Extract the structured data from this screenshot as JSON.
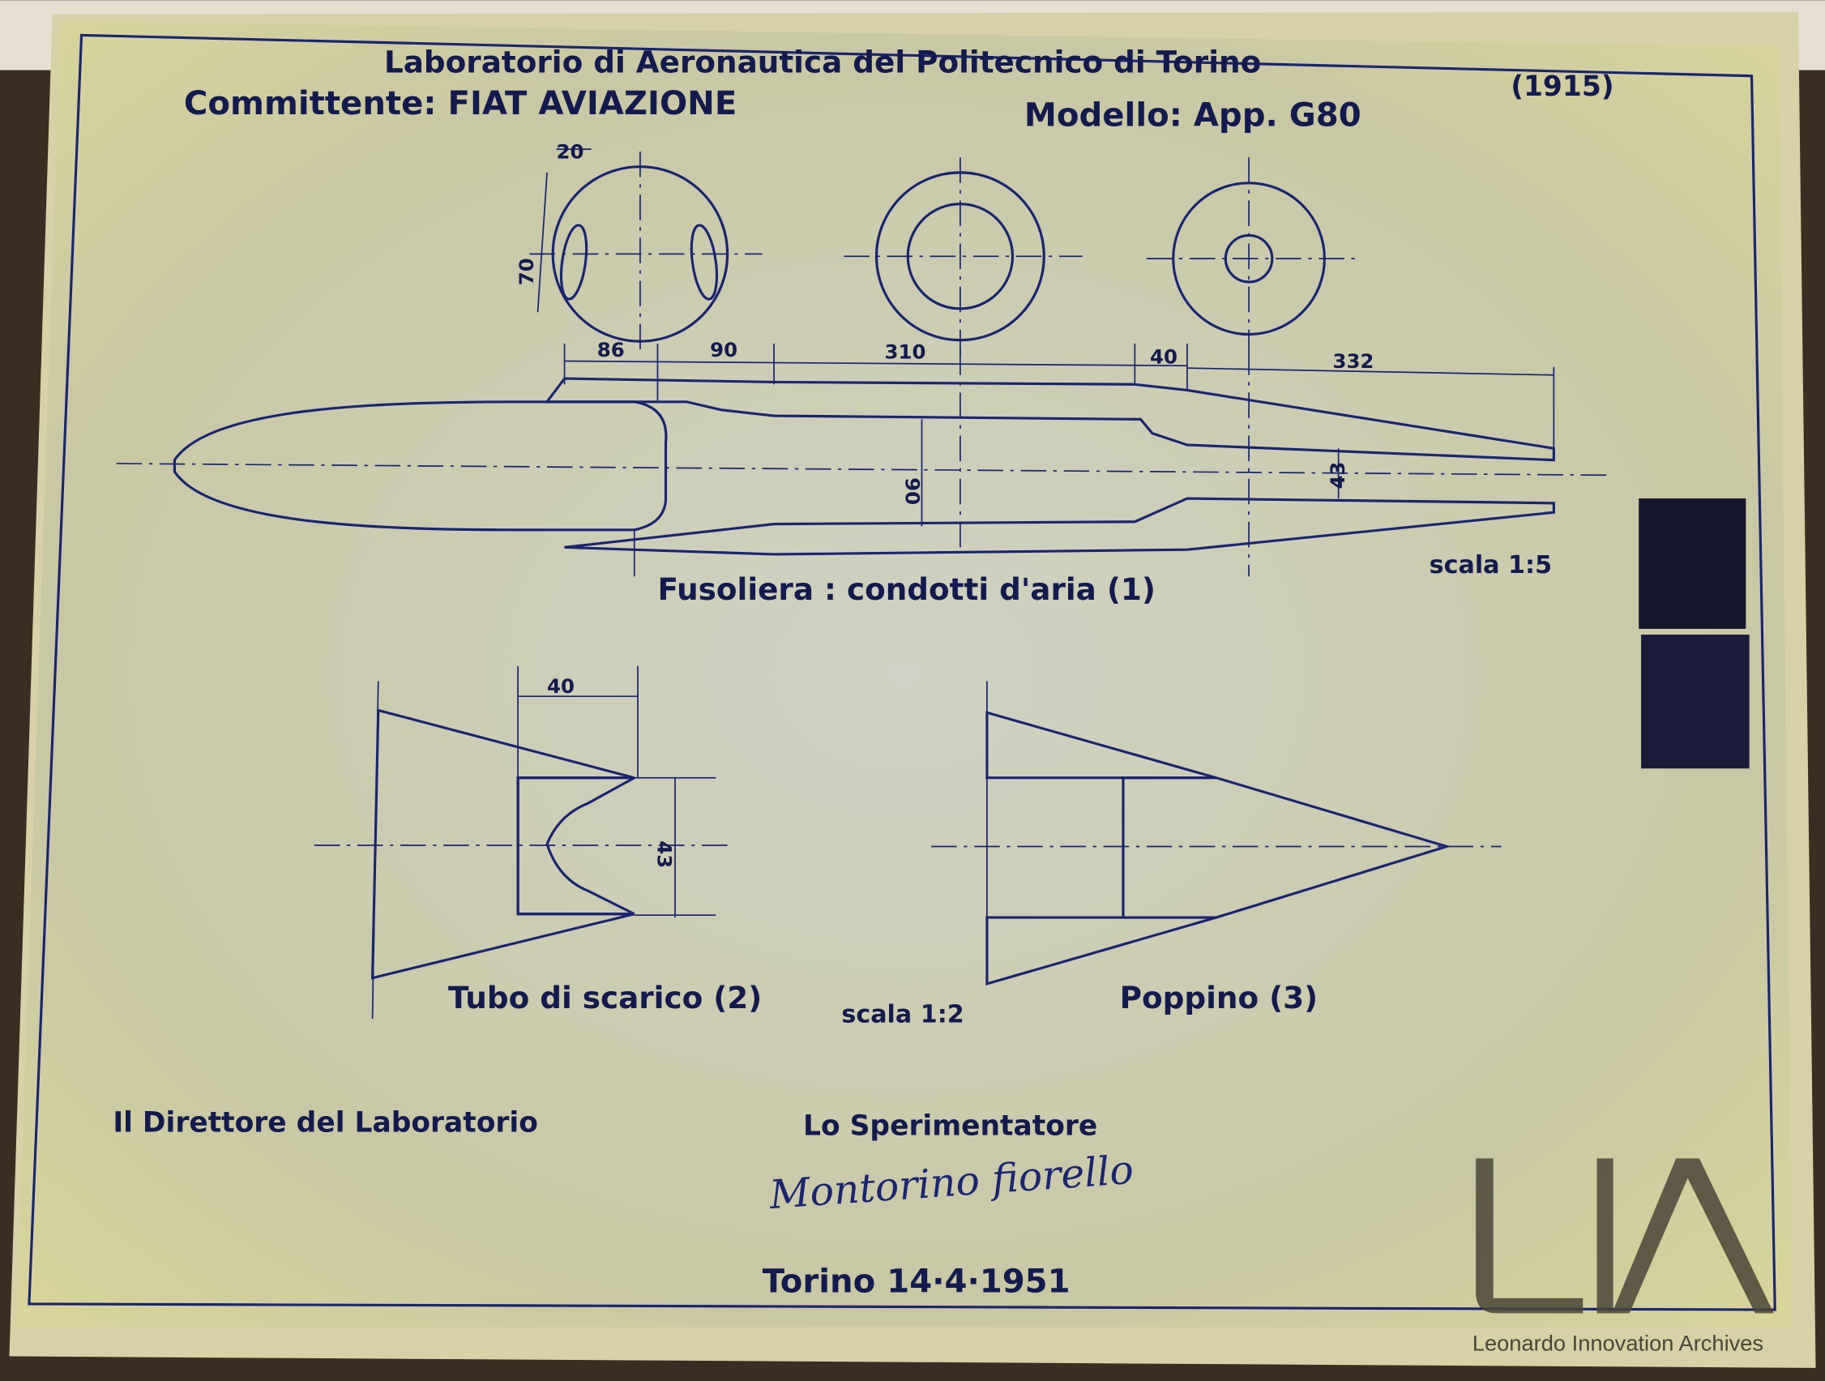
{
  "header": {
    "laboratory": "Laboratorio di Aeronautica del Politecnico di Torino",
    "client": "Committente: FIAT AVIAZIONE",
    "model": "Modello: App. G80",
    "reference": "(1915)"
  },
  "fuselage": {
    "dimensions": {
      "slot_width": "20",
      "slot_height": "70",
      "d1": "86",
      "d2": "90",
      "d3": "310",
      "d4": "40",
      "d5": "332",
      "inner_diameter": "90",
      "outlet_diameter": "43"
    },
    "caption": "Fusoliera : condotti d'aria  (1)",
    "scale": "scala 1:5"
  },
  "exhaust_pipe": {
    "width": "40",
    "diameter": "43",
    "caption": "Tubo di scarico  (2)"
  },
  "detail_scale": "scala 1:2",
  "tail_cone": {
    "caption": "Poppino  (3)"
  },
  "signatures": {
    "director": "Il Direttore del Laboratorio",
    "experimenter": "Lo Sperimentatore",
    "experimenter_signature": "Montorino fiorello"
  },
  "place_date": "Torino  14·4·1951",
  "watermark": {
    "logo": "LIA",
    "name": "Leonardo Innovation Archives"
  },
  "colors": {
    "paper": "#d8d4a8",
    "ink": "#1c2470",
    "background": "#3a2e22"
  }
}
